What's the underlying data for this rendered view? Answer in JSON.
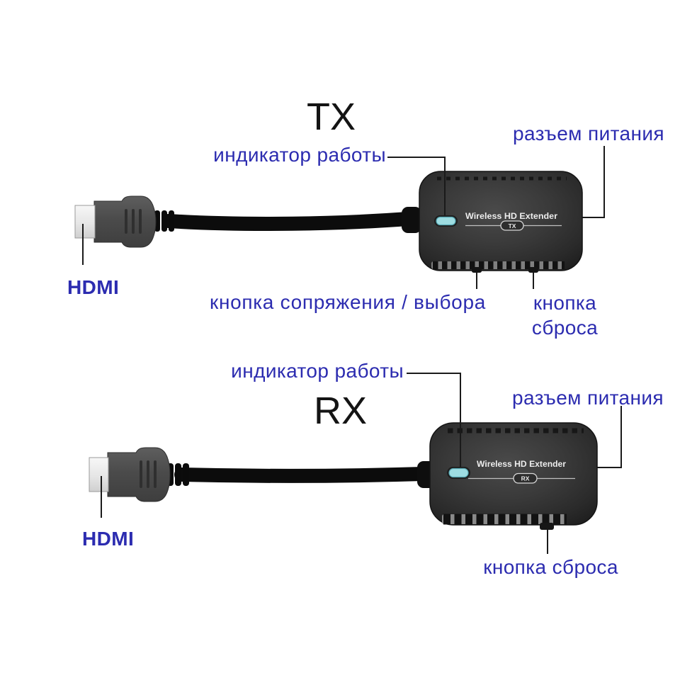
{
  "diagram": {
    "background": "#ffffff",
    "label_color": "#2c2cb0",
    "line_color": "#1a1a1a",
    "led_color": "#9edde2",
    "tx": {
      "title": "TX",
      "indicator_label": "индикатор работы",
      "power_label": "разъем питания",
      "hdmi_label": "HDMI",
      "pairing_label": "кнопка сопряжения / выбора",
      "reset_label_line1": "кнопка",
      "reset_label_line2": "сброса",
      "device_text": "Wireless HD Extender",
      "device_badge": "TX"
    },
    "rx": {
      "title": "RX",
      "indicator_label": "индикатор работы",
      "power_label": "разъем питания",
      "hdmi_label": "HDMI",
      "reset_label": "кнопка сброса",
      "device_text": "Wireless HD Extender",
      "device_badge": "RX"
    }
  }
}
